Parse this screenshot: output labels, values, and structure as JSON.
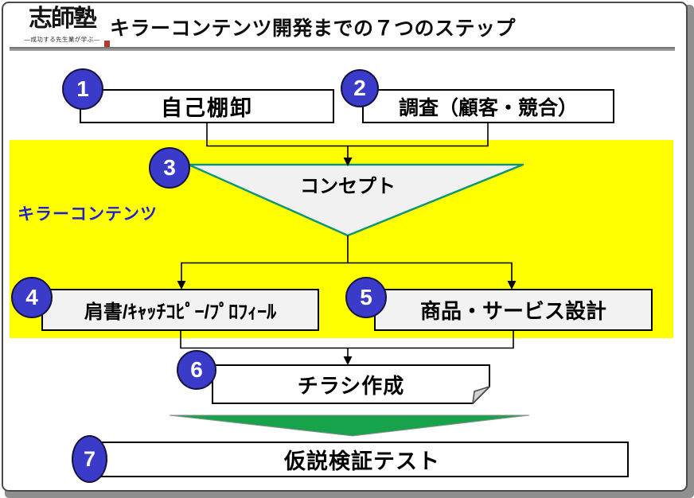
{
  "header": {
    "logo_name": "志師塾",
    "logo_tagline": "―成功する先生業が学ぶ―",
    "title": "キラーコンテンツ開発までの７つのステップ"
  },
  "diagram": {
    "section_label": "キラーコンテンツ",
    "steps": [
      {
        "number": "1",
        "label": "自己棚卸",
        "shape": "box"
      },
      {
        "number": "2",
        "label": "調査（顧客・競合）",
        "shape": "box"
      },
      {
        "number": "3",
        "label": "コンセプト",
        "shape": "inverted-triangle"
      },
      {
        "number": "4",
        "label": "肩書/ｷｬｯﾁｺﾋﾟｰ/ﾌﾟﾛﾌｨｰﾙ",
        "shape": "box"
      },
      {
        "number": "5",
        "label": "商品・サービス設計",
        "shape": "box"
      },
      {
        "number": "6",
        "label": "チラシ作成",
        "shape": "document"
      },
      {
        "number": "7",
        "label": "仮説検証テスト",
        "shape": "box"
      }
    ],
    "colors": {
      "step_circle_fill": "#3b3bc9",
      "highlight_band": "#ffff00",
      "section_label_text": "#2121cb",
      "concept_triangle_border": "#109677",
      "concept_triangle_fill": "#f1f1f2",
      "green_arrow": "#17a34c"
    }
  }
}
